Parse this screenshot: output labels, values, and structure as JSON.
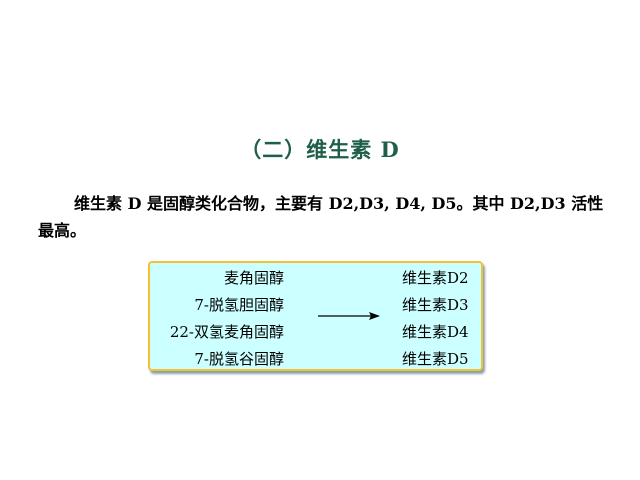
{
  "title": "（二）维生素 D",
  "paragraph": "维生素 D 是固醇类化合物，主要有 D2,D3, D4, D5。其中 D2,D3 活性最高。",
  "reaction": {
    "precursors": [
      "麦角固醇",
      "7-脱氢胆固醇",
      "22-双氢麦角固醇",
      "7-脱氢谷固醇"
    ],
    "products": [
      "维生素D2",
      "维生素D3",
      "维生素D4",
      "维生素D5"
    ]
  }
}
